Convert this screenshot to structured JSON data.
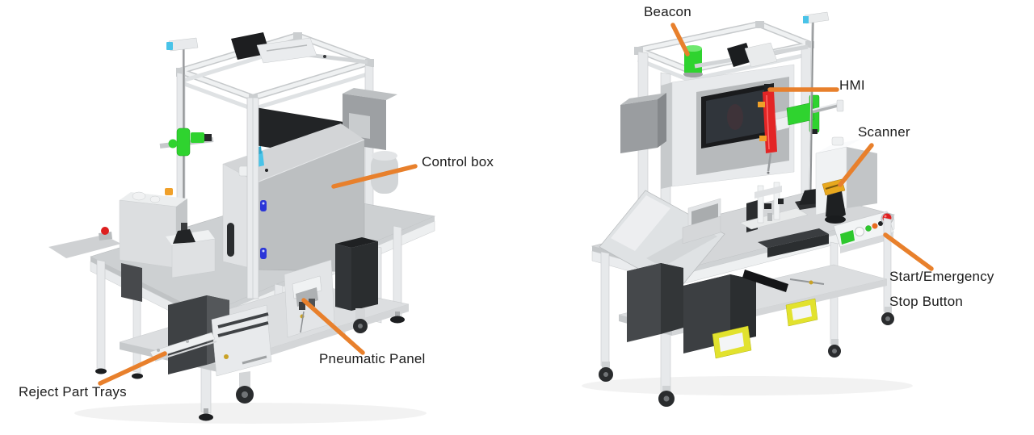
{
  "colors": {
    "leader": "#E8802C",
    "label_text": "#1C1C1C",
    "beacon_green": "#2FD32F",
    "button_green": "#2DC82D",
    "estop_red": "#DD1F1F",
    "scanner_orange": "#E8A81E",
    "tray_handle_yellow": "#E2E22E",
    "door_handle_blue": "#2A35D8",
    "bottle_cyan": "#49C3E8"
  },
  "left_machine": {
    "labels": {
      "control_box": "Control box",
      "pneumatic_panel": "Pneumatic Panel",
      "reject_part_trays": "Reject Part Trays"
    }
  },
  "right_machine": {
    "labels": {
      "beacon": "Beacon",
      "hmi": "HMI",
      "scanner": "Scanner",
      "start_emergency_stop": {
        "line1": "Start/Emergency",
        "line2": "Stop Button"
      }
    }
  }
}
